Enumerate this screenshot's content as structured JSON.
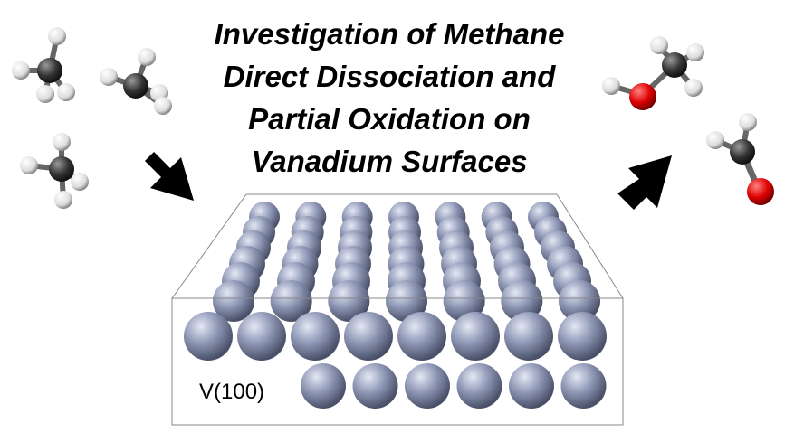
{
  "title": {
    "line1": "Investigation of Methane",
    "line2": "Direct Dissociation and",
    "line3": "Partial Oxidation on",
    "line4": "Vanadium Surfaces"
  },
  "surface_label": "V(100)",
  "colors": {
    "vanadium": "#8a93b0",
    "carbon": "#333333",
    "hydrogen": "#e8e8e8",
    "oxygen": "#d01010",
    "arrow": "#000000"
  }
}
